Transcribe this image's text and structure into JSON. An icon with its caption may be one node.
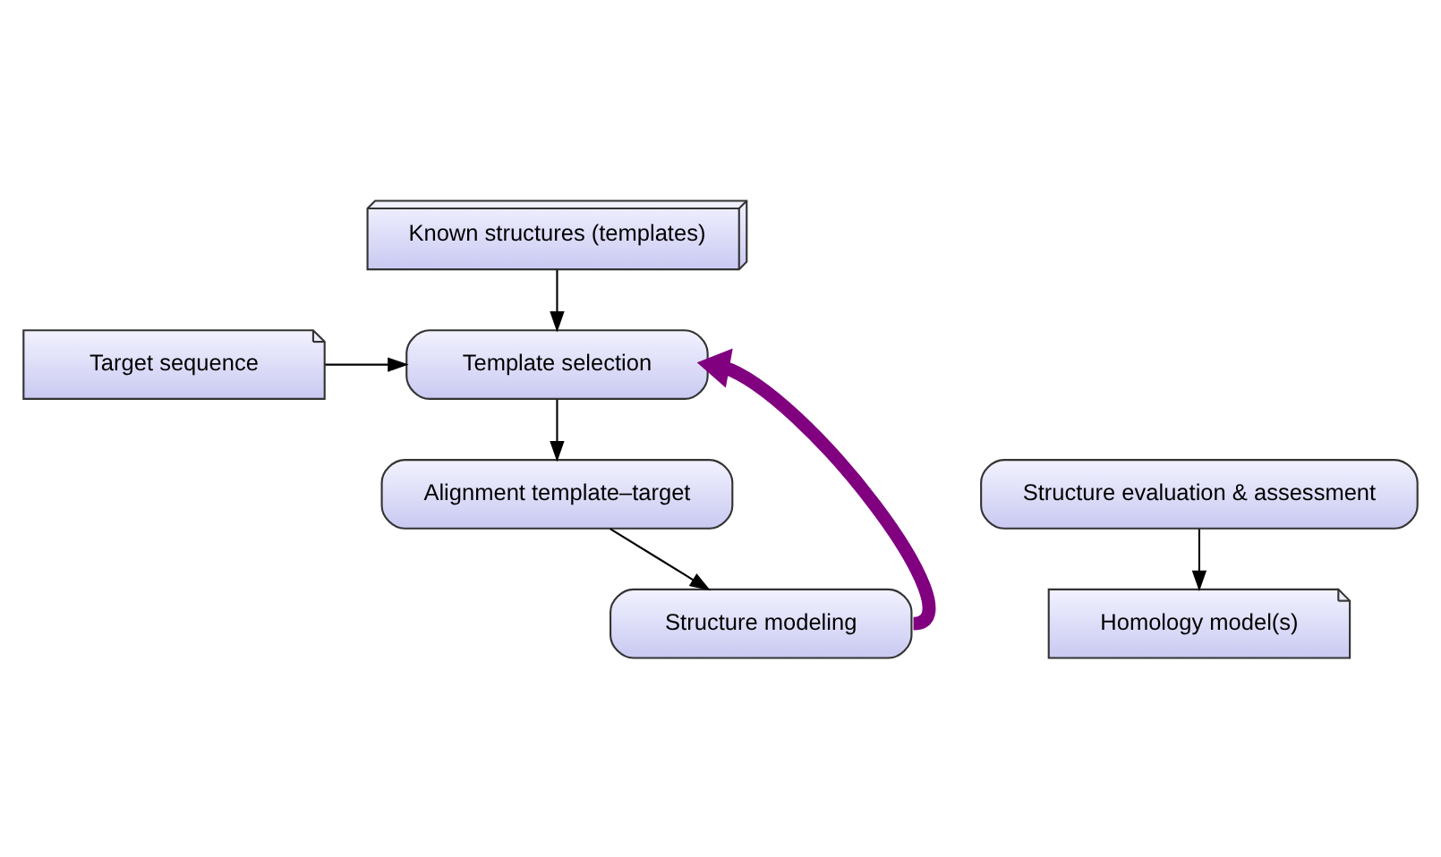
{
  "diagram": {
    "nodes": [
      {
        "text": [
          "Known structures (templates)"
        ]
      },
      {
        "text": [
          "Target sequence"
        ]
      },
      {
        "text": [
          "Template selection"
        ]
      },
      {
        "text": [
          "Alignment template–target"
        ]
      },
      {
        "text": [
          "Structure modeling"
        ]
      },
      {
        "text": [
          "Structure evaluation & assessment"
        ]
      },
      {
        "text": [
          "Homology model(s)"
        ]
      }
    ],
    "edges": [
      {
        "from": 0,
        "to": 2,
        "arrow": "to"
      },
      {
        "from": 1,
        "to": 2,
        "arrow": "to"
      },
      {
        "from": 2,
        "to": 3,
        "arrow": "to"
      },
      {
        "from": 3,
        "to": 4,
        "arrow": "to"
      },
      {
        "from": 4,
        "to": 2,
        "arrow": "to",
        "style": "thick",
        "color": "#800080"
      },
      {
        "from": 5,
        "to": 6,
        "arrow": "to"
      }
    ]
  }
}
